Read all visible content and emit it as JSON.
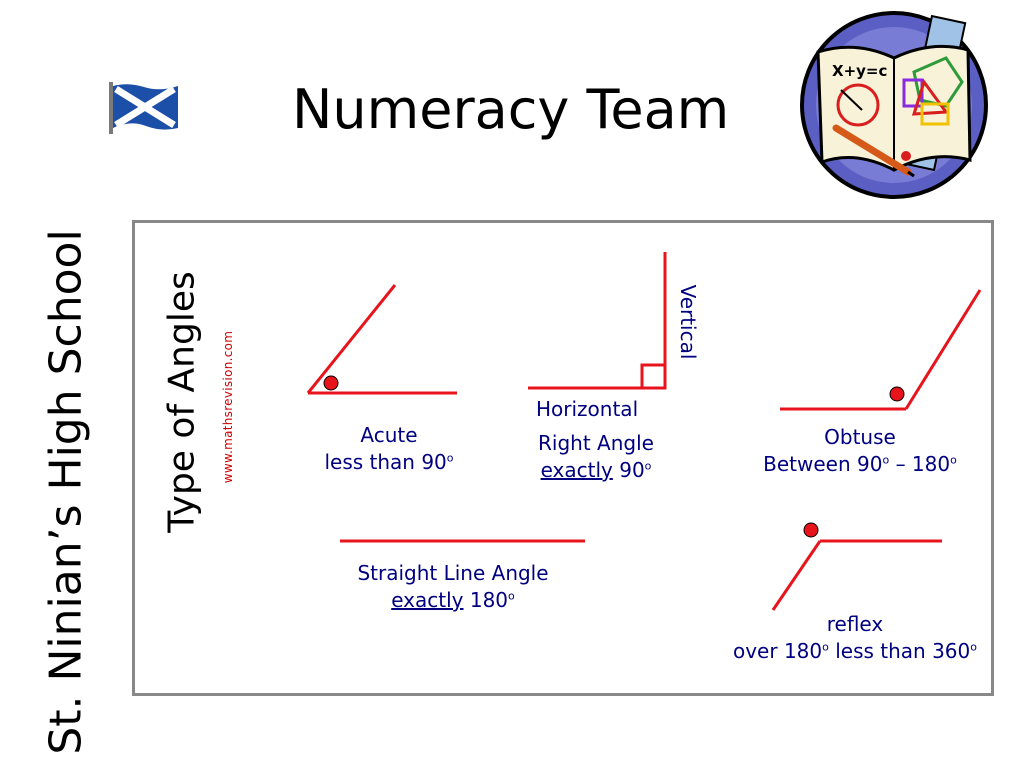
{
  "header": {
    "title": "Numeracy Team",
    "flag_icon": "saltire-flag-icon",
    "logo_icon": "maths-book-logo-icon",
    "logo_lettering": "X+y=c"
  },
  "sidebar": {
    "school_name": "St. Ninian’s High School"
  },
  "panel": {
    "heading": "Type of Angles",
    "source": "www.mathsrevision.com",
    "vertical_label": "Vertical",
    "horizontal_label": "Horizontal",
    "degree_symbol": "o",
    "acute": {
      "name": "Acute",
      "desc": "less than 90"
    },
    "right": {
      "name": "Right  Angle",
      "desc_underlined": "exactly",
      "desc_value": " 90"
    },
    "obtuse": {
      "name": "Obtuse",
      "desc_prefix": "Between  90",
      "desc_suffix": " – 180"
    },
    "straight": {
      "name": "Straight Line Angle",
      "desc_underlined": "exactly",
      "desc_value": " 180"
    },
    "reflex": {
      "name": "reflex",
      "desc_a": "over 180",
      "desc_b": " less than 360"
    }
  },
  "colors": {
    "line": "#e8141b",
    "label": "#000080",
    "border": "#888888",
    "source": "#cc0000"
  }
}
